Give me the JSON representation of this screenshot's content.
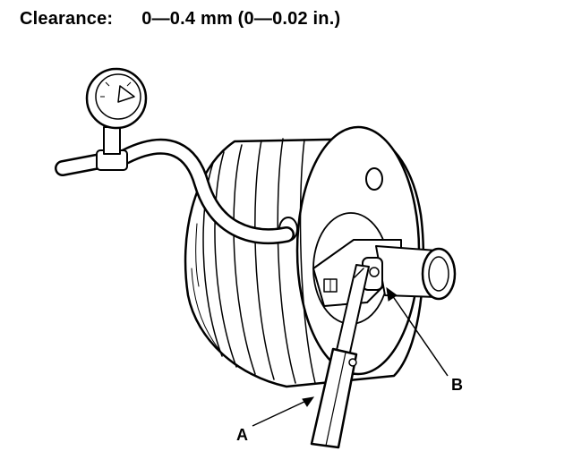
{
  "header": {
    "label": "Clearance:",
    "value": "0—0.4 mm (0—0.02 in.)"
  },
  "callouts": {
    "a": "A",
    "b": "B"
  },
  "parts": {
    "pressure_gauge": "pressure-gauge-icon",
    "vacuum_hose": "vacuum-hose-icon",
    "brake_booster": "brake-booster-icon",
    "push_rod": "push-rod-icon",
    "gauge_tool": "gauge-tool-icon"
  }
}
